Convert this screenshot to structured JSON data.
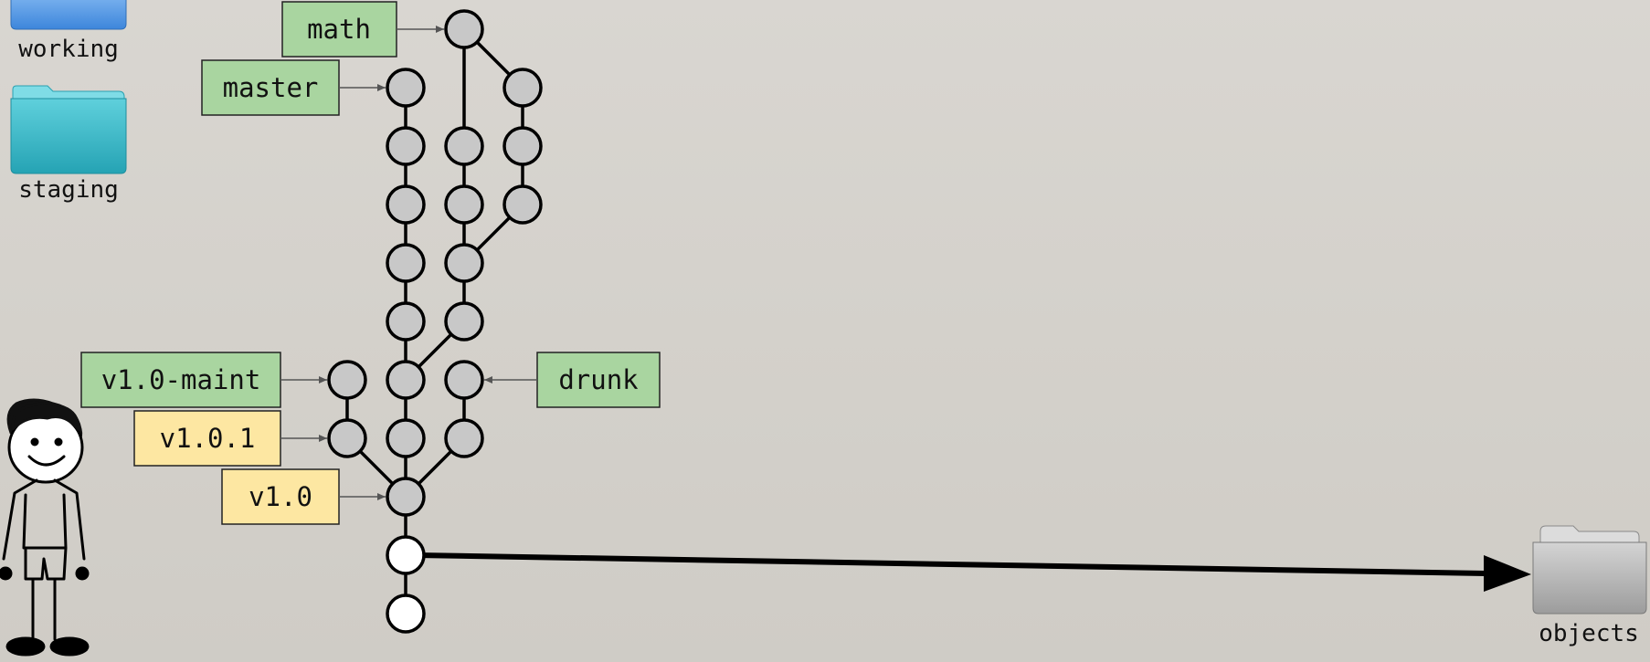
{
  "folders": {
    "working": "working",
    "staging": "staging",
    "objects": "objects"
  },
  "refs": {
    "math": "math",
    "master": "master",
    "v1_0_maint": "v1.0-maint",
    "drunk": "drunk"
  },
  "tags": {
    "v1_0_1": "v1.0.1",
    "v1_0": "v1.0"
  },
  "colors": {
    "branch_label": "#a9d5a0",
    "tag_label": "#fde7a2",
    "commit": "#c8c8c8",
    "commit_new": "#ffffff",
    "staging_folder": "#36b8c8",
    "working_folder": "#5a9de6",
    "objects_folder": "#b8b8b8"
  },
  "icons": {
    "working": "folder-icon",
    "staging": "folder-icon",
    "objects": "folder-icon",
    "user": "stick-figure-icon"
  }
}
